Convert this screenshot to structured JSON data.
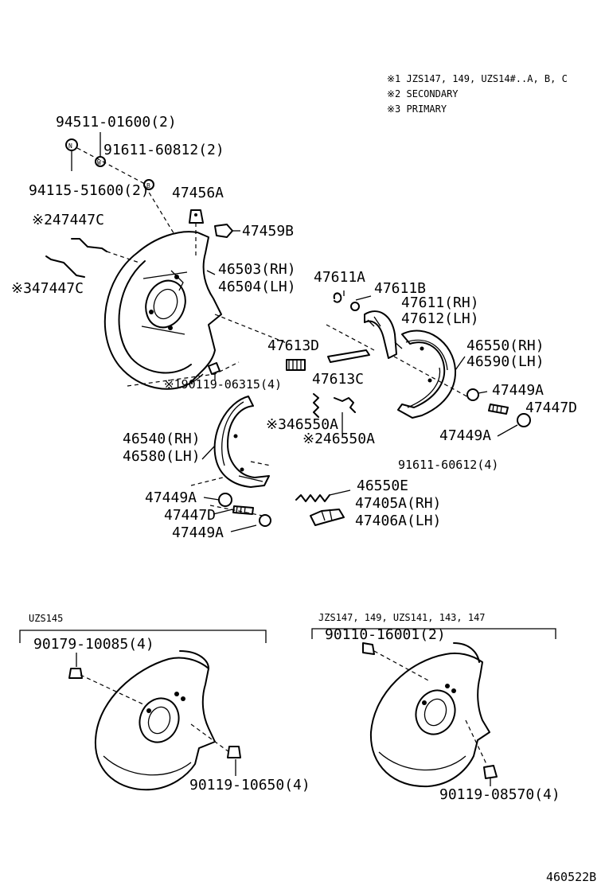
{
  "notes": [
    "※1 JZS147, 149, UZS14#..A, B, C",
    "※2 SECONDARY",
    "※3 PRIMARY"
  ],
  "labels": {
    "p94511": "94511-01600(2)",
    "p91611a": "91611-60812(2)",
    "p94115": "94115-51600(2)",
    "p47456a": "47456A",
    "p47447c2": "※247447C",
    "p47459b": "47459B",
    "p47447c3": "※347447C",
    "p46503": "46503(RH)",
    "p46504": "46504(LH)",
    "p47611a": "47611A",
    "p47611b": "47611B",
    "p47611": "47611(RH)",
    "p47612": "47612(LH)",
    "p47613d": "47613D",
    "p46550": "46550(RH)",
    "p46590": "46590(LH)",
    "p90119a": "※190119-06315(4)",
    "p47613c": "47613C",
    "p47449a1": "47449A",
    "p47447d1": "47447D",
    "p46550a3": "※346550A",
    "p46550a2": "※246550A",
    "p47449a2": "47449A",
    "p46540": "46540(RH)",
    "p46580": "46580(LH)",
    "p91611b": "91611-60612(4)",
    "p46550e": "46550E",
    "p47449a3": "47449A",
    "p47405a": "47405A(RH)",
    "p47447d2": "47447D",
    "p47406a": "47406A(LH)",
    "p47449a4": "47449A"
  },
  "variants": {
    "left": {
      "title": "UZS145",
      "bolt_top": "90179-10085(4)",
      "bolt_bottom": "90119-10650(4)"
    },
    "right": {
      "title": "JZS147, 149, UZS141, 143, 147",
      "bolt_top": "90110-16001(2)",
      "bolt_bottom": "90119-08570(4)"
    }
  },
  "figure_id": "460522B"
}
